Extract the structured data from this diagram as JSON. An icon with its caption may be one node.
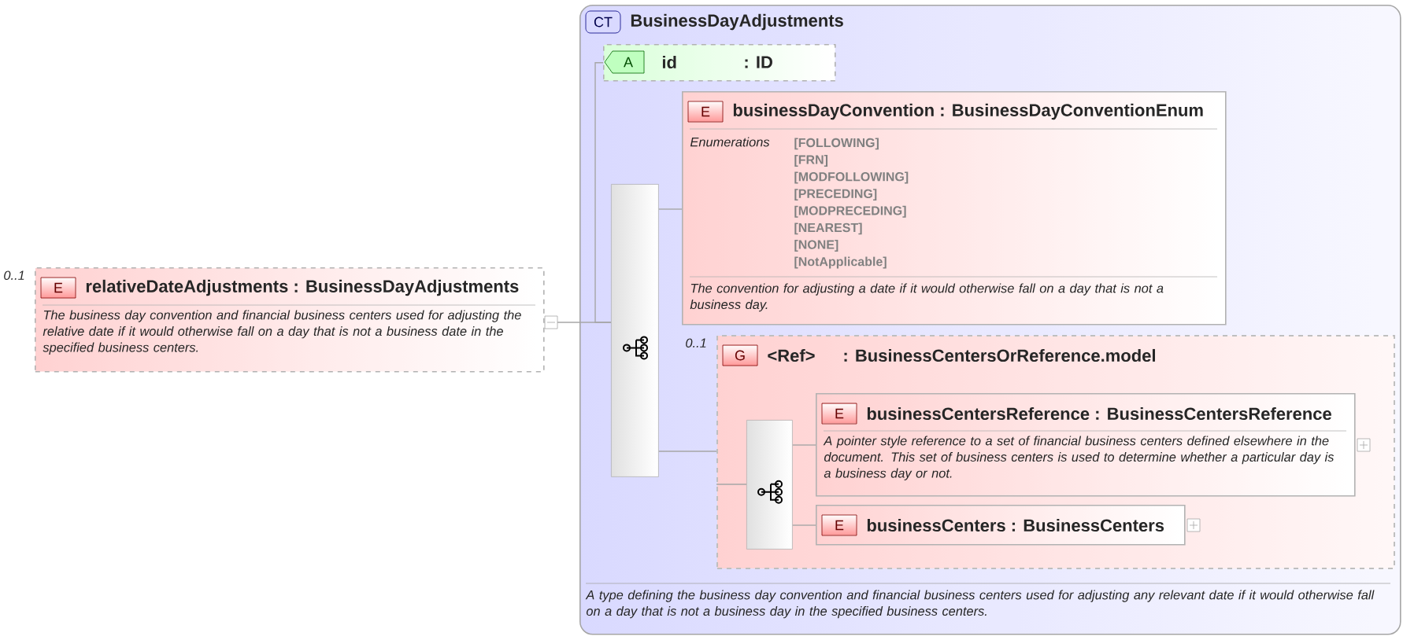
{
  "diagram": {
    "nodes": [
      {
        "text": [
          "E",
          "relativeDateAdjustments : BusinessDayAdjustments",
          "The business day convention and financial business centers used for adjusting the relative date if it would otherwise fall on a day that is not a business date in the specified business centers."
        ],
        "beside": [
          "0..1"
        ]
      },
      {
        "text": [
          "CT",
          "BusinessDayAdjustments",
          "A type defining the business day convention and financial business centers used for adjusting any relevant date if it would otherwise fall on a day that is not a business day in the specified business centers."
        ]
      },
      {
        "text": [
          "A",
          "id",
          ": ID"
        ],
        "in": 1
      },
      {
        "text": [],
        "shape": "box",
        "in": 1
      },
      {
        "text": [
          "E",
          "businessDayConvention : BusinessDayConventionEnum",
          "Enumerations",
          "[FOLLOWING]",
          "[FRN]",
          "[MODFOLLOWING]",
          "[PRECEDING]",
          "[MODPRECEDING]",
          "[NEAREST]",
          "[NONE]",
          "[NotApplicable]",
          "The convention for adjusting a date if it would otherwise fall on a day that is not a business day."
        ],
        "in": 1
      },
      {
        "text": [
          "G",
          "<Ref>",
          ": BusinessCentersOrReference.model"
        ],
        "beside": [
          "0..1"
        ],
        "in": 1
      },
      {
        "text": [],
        "shape": "box",
        "in": 5
      },
      {
        "text": [
          "E",
          "businessCentersReference : BusinessCentersReference",
          "A pointer style reference to a set of financial business centers defined elsewhere in the document. This set of business centers is used to determine whether a particular day is a business day or not."
        ],
        "in": 5
      },
      {
        "text": [
          "E",
          "businessCenters : BusinessCenters"
        ],
        "in": 5
      }
    ],
    "edges": [
      {
        "from": 0,
        "to": 3,
        "arrow": "other"
      },
      {
        "from": 3,
        "to": 2,
        "arrow": "none"
      },
      {
        "from": 3,
        "to": 4,
        "arrow": "none"
      },
      {
        "from": 3,
        "to": 5,
        "arrow": "none"
      },
      {
        "from": 5,
        "to": 6,
        "arrow": "none"
      },
      {
        "from": 6,
        "to": 7,
        "arrow": "none"
      },
      {
        "from": 6,
        "to": 8,
        "arrow": "none"
      }
    ]
  }
}
